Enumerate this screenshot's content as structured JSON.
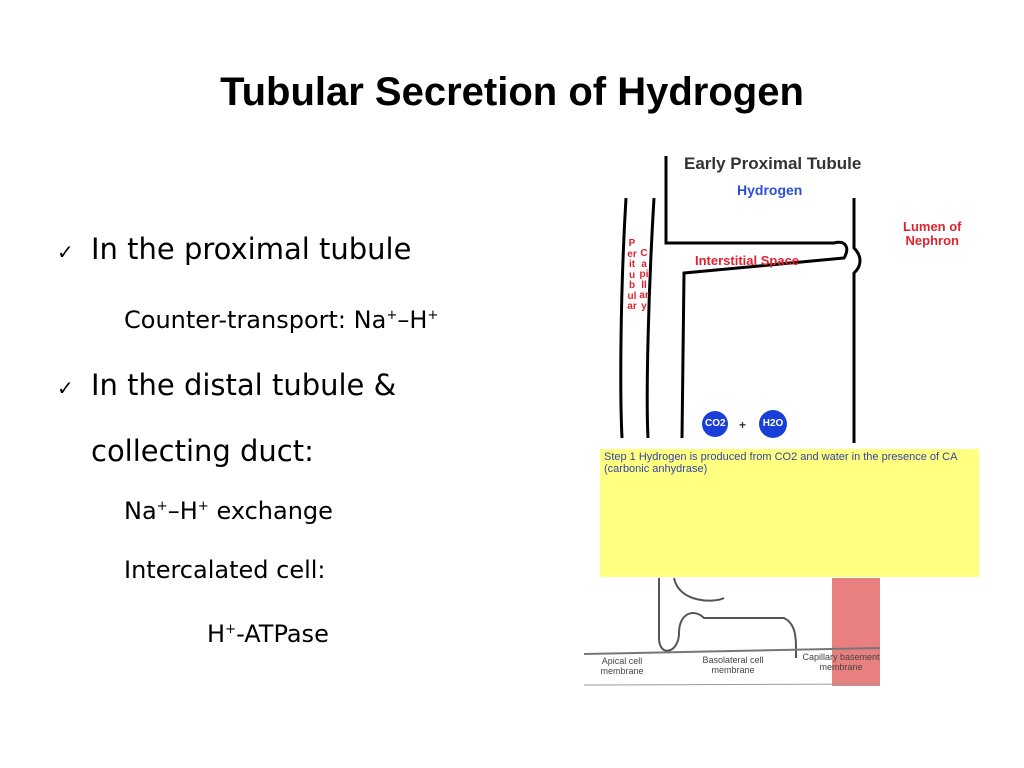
{
  "title": "Tubular Secretion of Hydrogen",
  "bullets": {
    "b1": "In the proximal tubule",
    "b1_sub": {
      "text": "Counter-transport:  Na",
      "sup1": "+",
      "mid": "–H",
      "sup2": "+"
    },
    "b2_line1": "In the distal tubule &",
    "b2_line2": "collecting duct:",
    "b2_sub1": {
      "pre": "Na",
      "sup1": "+",
      "mid": "–H",
      "sup2": "+",
      "post": " exchange"
    },
    "b2_sub2": "Intercalated cell:",
    "b2_sub3": {
      "pre": "H",
      "sup1": "+",
      "post": "-ATPase"
    },
    "check_glyph": "✓"
  },
  "diagram": {
    "heading": "Early Proximal Tubule",
    "subheading": "Hydrogen",
    "lumen_line1": "Lumen of",
    "lumen_line2": "Nephron",
    "interstitial": "Interstitial Space",
    "peritubular": "Peritubular",
    "capillary": "Capillary",
    "co2": "CO2",
    "plus": "+",
    "h2o": "H2O",
    "step_note": "Step 1 Hydrogen is produced from CO2 and water in the presence of CA (carbonic anhydrase)",
    "apical_line1": "Apical cell",
    "apical_line2": "membrane",
    "basolateral_line1": "Basolateral cell",
    "basolateral_line2": "membrane",
    "capillary_bm_line1": "Capillary basement",
    "capillary_bm_line2": "membrane",
    "colors": {
      "heading": "#333333",
      "subheading": "#2a4fd6",
      "red_label": "#e0232e",
      "molecule": "#1a3fd8",
      "note_bg": "#ffff80",
      "capillary_fill": "#e88080"
    }
  }
}
